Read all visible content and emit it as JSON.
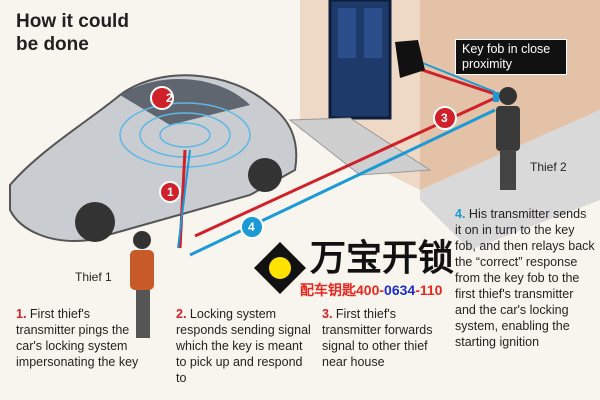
{
  "title": "How it could be done",
  "callout": "Key fob in close proximity",
  "labels": {
    "thief1": "Thief 1",
    "thief2": "Thief 2"
  },
  "markers": [
    "1",
    "2",
    "3",
    "4"
  ],
  "steps": [
    {
      "num": "1.",
      "text": "First thief's transmitter pings the car's locking system impersonating the key"
    },
    {
      "num": "2.",
      "text": "Locking system responds sending signal which the key is meant to pick up and respond to"
    },
    {
      "num": "3.",
      "text": "First thief's transmitter forwards signal to other thief near house"
    },
    {
      "num": "4.",
      "text": "His transmitter sends it on in turn to the key fob, and then relays back the “correct” response from the key fob to the first thief's transmitter and the car's locking system, enabling the starting ignition"
    }
  ],
  "watermark": {
    "name": "万宝开锁",
    "prefix": "配车钥匙",
    "phone_a": "400-",
    "phone_b": "0634",
    "phone_c": "-110"
  },
  "colors": {
    "red": "#d0202a",
    "blue": "#1c9ad6",
    "wall": "#e6c8b0",
    "door": "#1d3a6b"
  }
}
